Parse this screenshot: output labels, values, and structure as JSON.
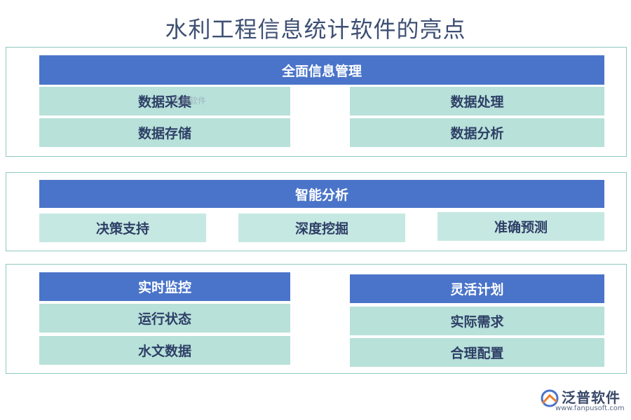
{
  "title": "水利工程信息统计软件的亮点",
  "section1": {
    "header": "全面信息管理",
    "left": [
      "数据采集",
      "数据存储"
    ],
    "right": [
      "数据处理",
      "数据分析"
    ]
  },
  "section2": {
    "header": "智能分析",
    "items": [
      "决策支持",
      "深度挖掘",
      "准确预测"
    ]
  },
  "section3": {
    "left": {
      "header": "实时监控",
      "items": [
        "运行状态",
        "水文数据"
      ]
    },
    "right": {
      "header": "灵活计划",
      "items": [
        "实际需求",
        "合理配置"
      ]
    }
  },
  "watermark": "泛普软件",
  "logo": {
    "name": "泛普软件",
    "url": "www.fanpusoft.com"
  },
  "colors": {
    "header": "#4a74c9",
    "cell": "#b7e1d9",
    "border": "#8fc9c1",
    "title": "#3d4f73"
  }
}
